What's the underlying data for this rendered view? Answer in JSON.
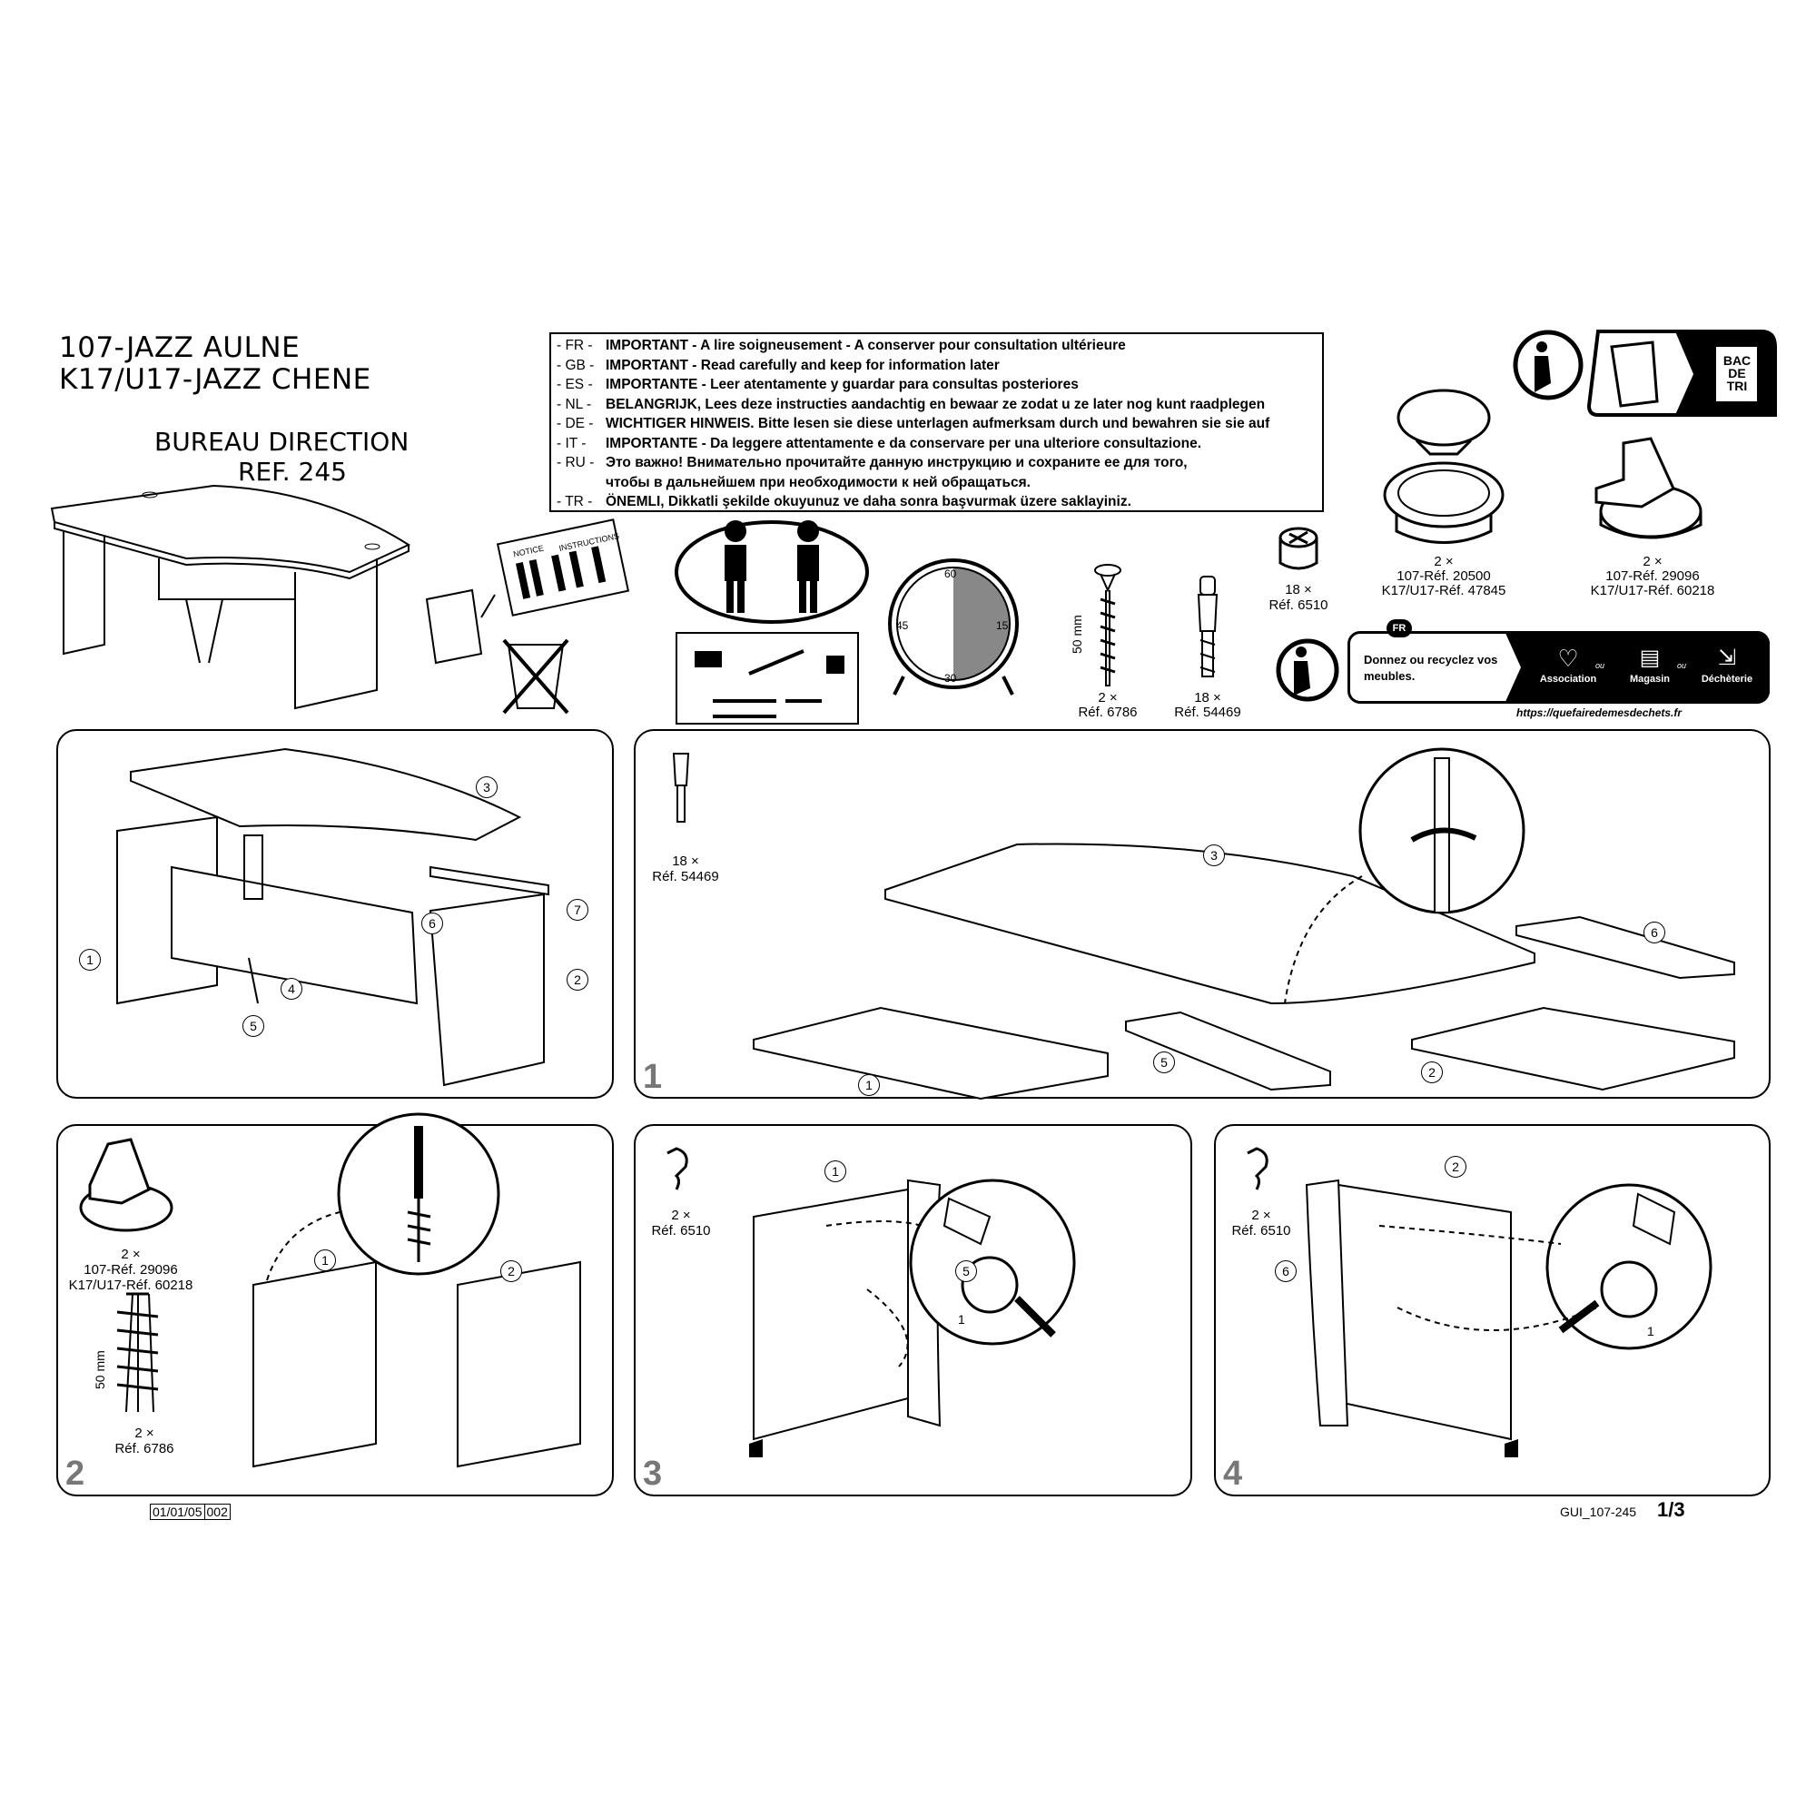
{
  "header": {
    "title_line1": "107-JAZZ AULNE",
    "title_line2": "K17/U17-JAZZ CHENE",
    "product": "BUREAU DIRECTION",
    "ref": "REF. 245"
  },
  "notice": [
    {
      "code": "- FR -",
      "text": "IMPORTANT - A lire soigneusement - A conserver pour consultation ultérieure"
    },
    {
      "code": "- GB -",
      "text": "IMPORTANT - Read carefully and keep for information later"
    },
    {
      "code": "- ES -",
      "text": "IMPORTANTE - Leer atentamente y guardar para consultas posteriores"
    },
    {
      "code": "- NL -",
      "text": "BELANGRIJK, Lees deze instructies aandachtig en bewaar ze zodat u ze later nog kunt raadplegen"
    },
    {
      "code": "- DE -",
      "text": "WICHTIGER HINWEIS. Bitte lesen sie diese unterlagen aufmerksam durch und bewahren sie sie auf"
    },
    {
      "code": "- IT -",
      "text": "IMPORTANTE - Da leggere attentamente e da conservare per una ulteriore consultazione."
    },
    {
      "code": "- RU -",
      "text": "Это важно! Внимательно прочитайте данную инструкцию и сохраните ее для того,"
    },
    {
      "code": "",
      "text": "чтобы в дальнейшем при необходимости к ней обращаться."
    },
    {
      "code": "- TR -",
      "text": "ÖNEMLI, Dikkatli şekilde okuyunuz ve daha sonra başvurmak üzere saklayiniz."
    }
  ],
  "notice_card": {
    "label1": "NOTICE",
    "label2": "INSTRUCTIONS"
  },
  "clock": {
    "ticks": [
      "60",
      "15",
      "30",
      "45"
    ],
    "shaded_fraction": 0.5
  },
  "parts": {
    "screw": {
      "qty": "2 ×",
      "ref": "Réf. 6786",
      "length": "50 mm"
    },
    "dowel": {
      "qty": "18 ×",
      "ref": "Réf. 54469"
    },
    "cam": {
      "qty": "18 ×",
      "ref": "Réf. 6510"
    },
    "grommet": {
      "qty": "2 ×",
      "ref1": "107-Réf. 20500",
      "ref2": "K17/U17-Réf. 47845"
    },
    "foot": {
      "qty": "2 ×",
      "ref1": "107-Réf. 29096",
      "ref2": "K17/U17-Réf. 60218"
    }
  },
  "recycling": {
    "bin_label": [
      "BAC",
      "DE",
      "TRI"
    ],
    "lang": "FR",
    "message": "Donnez ou recyclez vos meubles.",
    "options": [
      "Association",
      "Magasin",
      "Déchèterie"
    ],
    "separator": "ou",
    "url": "https://quefairedemesdechets.fr"
  },
  "overview": {
    "labels": [
      "1",
      "2",
      "3",
      "4",
      "5",
      "6",
      "7"
    ]
  },
  "steps": [
    {
      "number": "1",
      "part_qty": "18 ×",
      "part_ref": "Réf. 54469",
      "labels": [
        "3",
        "6",
        "1",
        "5",
        "2"
      ]
    },
    {
      "number": "2",
      "part_qty": "2 ×",
      "part_ref1": "107-Réf. 29096",
      "part_ref2": "K17/U17-Réf. 60218",
      "screw_qty": "2 ×",
      "screw_ref": "Réf. 6786",
      "screw_length": "50 mm",
      "labels": [
        "1",
        "2"
      ]
    },
    {
      "number": "3",
      "part_qty": "2 ×",
      "part_ref": "Réf. 6510",
      "labels": [
        "1",
        "5"
      ],
      "arrow_label": "1"
    },
    {
      "number": "4",
      "part_qty": "2 ×",
      "part_ref": "Réf. 6510",
      "labels": [
        "2",
        "6"
      ],
      "arrow_label": "1"
    }
  ],
  "footer": {
    "date": "01/01/05",
    "code": "002",
    "doc_ref": "GUI_107-245",
    "page": "1/3"
  }
}
